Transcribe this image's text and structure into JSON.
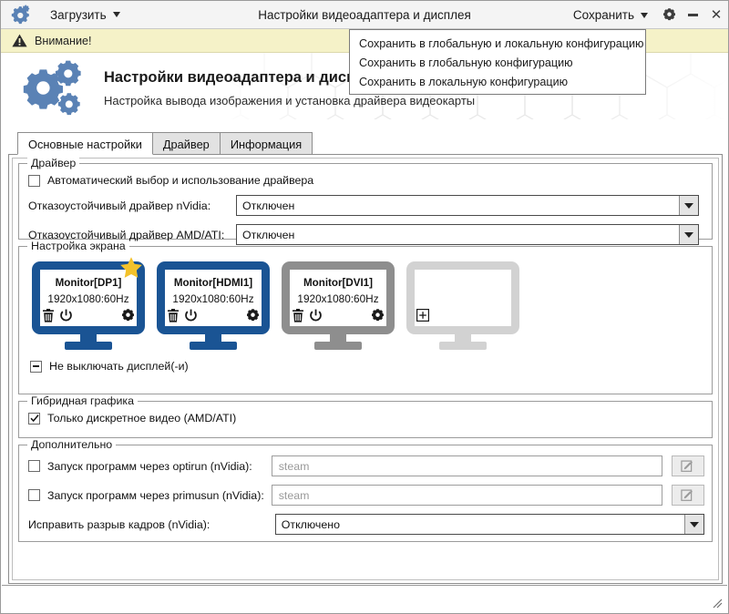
{
  "titlebar": {
    "app_icon": "gears-icon",
    "load_menu_label": "Загрузить",
    "title": "Настройки видеоадаптера и дисплея",
    "save_menu_label": "Сохранить",
    "settings_icon": "gear-icon",
    "minimize_icon": "minimize-icon",
    "close_icon": "close-icon"
  },
  "save_menu": {
    "items": [
      {
        "label": "Сохранить в глобальную и локальную конфигурацию"
      },
      {
        "label": "Сохранить в глобальную конфигурацию"
      },
      {
        "label": "Сохранить в локальную конфигурацию"
      }
    ]
  },
  "warning_bar": {
    "icon": "warning-triangle-icon",
    "text": "Внимание!",
    "background": "#f5f2c8"
  },
  "banner": {
    "icon": "gears-icon",
    "title": "Настройки видеоадаптера и дисплея",
    "subtitle": "Настройка вывода изображения и установка драйвера видеокарты"
  },
  "tabs": [
    {
      "label": "Основные настройки",
      "active": true
    },
    {
      "label": "Драйвер",
      "active": false
    },
    {
      "label": "Информация",
      "active": false
    }
  ],
  "driver_group": {
    "legend": "Драйвер",
    "auto_checkbox": {
      "label": "Автоматический выбор и использование драйвера",
      "checked": false
    },
    "nvidia": {
      "label": "Отказоустойчивый драйвер nVidia:",
      "value": "Отключен"
    },
    "amd": {
      "label": "Отказоустойчивый драйвер AMD/ATI:",
      "value": "Отключен"
    }
  },
  "screen_group": {
    "legend": "Настройка экрана",
    "monitors": [
      {
        "name": "Monitor[DP1]",
        "resolution": "1920x1080:60Hz",
        "state": "primary",
        "color": "#1a5494",
        "starred": true,
        "icons": [
          "trash-icon",
          "power-icon",
          "gear-icon"
        ]
      },
      {
        "name": "Monitor[HDMI1]",
        "resolution": "1920x1080:60Hz",
        "state": "active",
        "color": "#1a5494",
        "starred": false,
        "icons": [
          "trash-icon",
          "power-icon",
          "gear-icon"
        ]
      },
      {
        "name": "Monitor[DVI1]",
        "resolution": "1920x1080:60Hz",
        "state": "disabled",
        "color": "#8e8e8e",
        "starred": false,
        "icons": [
          "trash-icon",
          "power-icon",
          "gear-icon"
        ]
      },
      {
        "name": "",
        "resolution": "",
        "state": "empty",
        "color": "#d2d2d2",
        "starred": false,
        "icons": [
          "plus-icon"
        ]
      }
    ],
    "keep_on_checkbox": {
      "label": "Не выключать дисплей(-и)",
      "state": "partial"
    }
  },
  "hybrid_group": {
    "legend": "Гибридная графика",
    "discrete_checkbox": {
      "label": "Только дискретное видео (AMD/ATI)",
      "checked": true
    }
  },
  "extra_group": {
    "legend": "Дополнительно",
    "optirun": {
      "label": "Запуск программ через optirun (nVidia):",
      "checked": false,
      "placeholder": "steam",
      "value": "",
      "edit_icon": "pencil-square-icon"
    },
    "primusrun": {
      "label": "Запуск программ через primusun (nVidia):",
      "checked": false,
      "placeholder": "steam",
      "value": "",
      "edit_icon": "pencil-square-icon"
    },
    "tearfree": {
      "label": "Исправить разрыв кадров (nVidia):",
      "value": "Отключено"
    }
  },
  "statusbar": {
    "resize_grip": "resize-grip-icon"
  }
}
